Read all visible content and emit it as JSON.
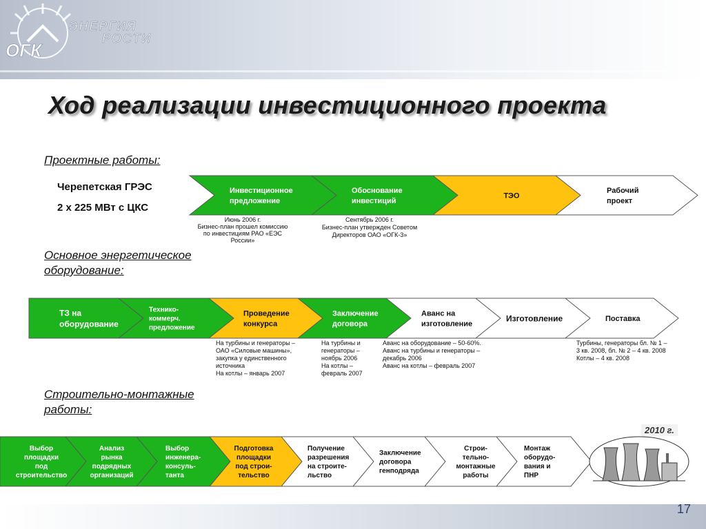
{
  "header": {
    "logo_line1": "ЭНЕРГИЯ",
    "logo_line2": "РОСТИ",
    "logo_short": "ОГК"
  },
  "title": "Ход реализации инвестиционного проекта",
  "sections": {
    "project": {
      "heading": "Проектные работы:",
      "plant": "Черепетская ГРЭС",
      "capacity": "2 х 225 МВт с ЦКС",
      "steps": [
        {
          "line1": "Инвестиционное",
          "line2": "предложение",
          "color": "#1db31d"
        },
        {
          "line1": "Обоснование",
          "line2": "инвестиций",
          "color": "#1db31d"
        },
        {
          "line1": "ТЭО",
          "line2": "",
          "color": "#ffc30f"
        },
        {
          "line1": "Рабочий",
          "line2": "проект",
          "color": "#ffffff"
        }
      ],
      "notes": [
        {
          "lines": [
            "Июнь 2006 г.",
            "Бизнес-план прошел комиссию",
            "по инвестициям РАО «ЕЭС",
            "России»"
          ]
        },
        {
          "lines": [
            "Сентябрь 2006 г.",
            "Бизнес-план утвержден Советом",
            "Директоров ОАО «ОГК-3»"
          ]
        }
      ]
    },
    "equipment": {
      "heading_line1": "Основное энергетическое",
      "heading_line2": "оборудование:",
      "steps": [
        {
          "lines": [
            "ТЗ на",
            "оборудование"
          ],
          "color": "#1db31d"
        },
        {
          "lines": [
            "Технико-",
            "коммерч.",
            "предложение"
          ],
          "color": "#1db31d"
        },
        {
          "lines": [
            "Проведение",
            "конкурса"
          ],
          "color": "#ffc30f"
        },
        {
          "lines": [
            "Заключение",
            "договора"
          ],
          "color": "#1db31d"
        },
        {
          "lines": [
            "Аванс на",
            "изготовление"
          ],
          "color": "#ffffff"
        },
        {
          "lines": [
            "Изготовление"
          ],
          "color": "#ffffff"
        },
        {
          "lines": [
            "Поставка"
          ],
          "color": "#ffffff"
        }
      ],
      "notes": [
        {
          "lines": [
            "На турбины и генераторы –",
            "ОАО «Силовые машины»,",
            "закупка у единственного",
            "источника",
            "На котлы – январь 2007"
          ]
        },
        {
          "lines": [
            "На турбины и",
            "генераторы –",
            "ноябрь 2006",
            "На котлы –",
            "февраль 2007"
          ]
        },
        {
          "lines": [
            "Аванс на оборудование – 50-60%.",
            "Аванс на турбины и генераторы –",
            "декабрь 2006",
            "Аванс на котлы – февраль 2007"
          ]
        },
        {
          "lines": [
            "Турбины, генераторы бл. № 1 –",
            "3 кв. 2008, бл. № 2 – 4 кв. 2008",
            "Котлы – 4 кв. 2008"
          ]
        }
      ]
    },
    "construction": {
      "heading_line1": "Строительно-монтажные",
      "heading_line2": "работы:",
      "steps": [
        {
          "lines": [
            "Выбор",
            "площадки",
            "под",
            "строительство"
          ],
          "color": "#1db31d"
        },
        {
          "lines": [
            "Анализ",
            "рынка",
            "подрядных",
            "организаций"
          ],
          "color": "#1db31d"
        },
        {
          "lines": [
            "Выбор",
            "инженера-",
            "консуль-",
            "танта"
          ],
          "color": "#1db31d"
        },
        {
          "lines": [
            "Подготовка",
            "площадки",
            "под строи-",
            "тельство"
          ],
          "color": "#ffc30f"
        },
        {
          "lines": [
            "Получение",
            "разрешения",
            "на строите-",
            "льство"
          ],
          "color": "#ffffff"
        },
        {
          "lines": [
            "Заключение",
            "договора",
            "генподряда"
          ],
          "color": "#ffffff"
        },
        {
          "lines": [
            "Строи-",
            "тельно-",
            "монтажные",
            "работы"
          ],
          "color": "#ffffff"
        },
        {
          "lines": [
            "Монтаж",
            "оборудо-",
            "вания и",
            "ПНР"
          ],
          "color": "#ffffff"
        }
      ],
      "year": "2010 г."
    }
  },
  "page_number": "17"
}
